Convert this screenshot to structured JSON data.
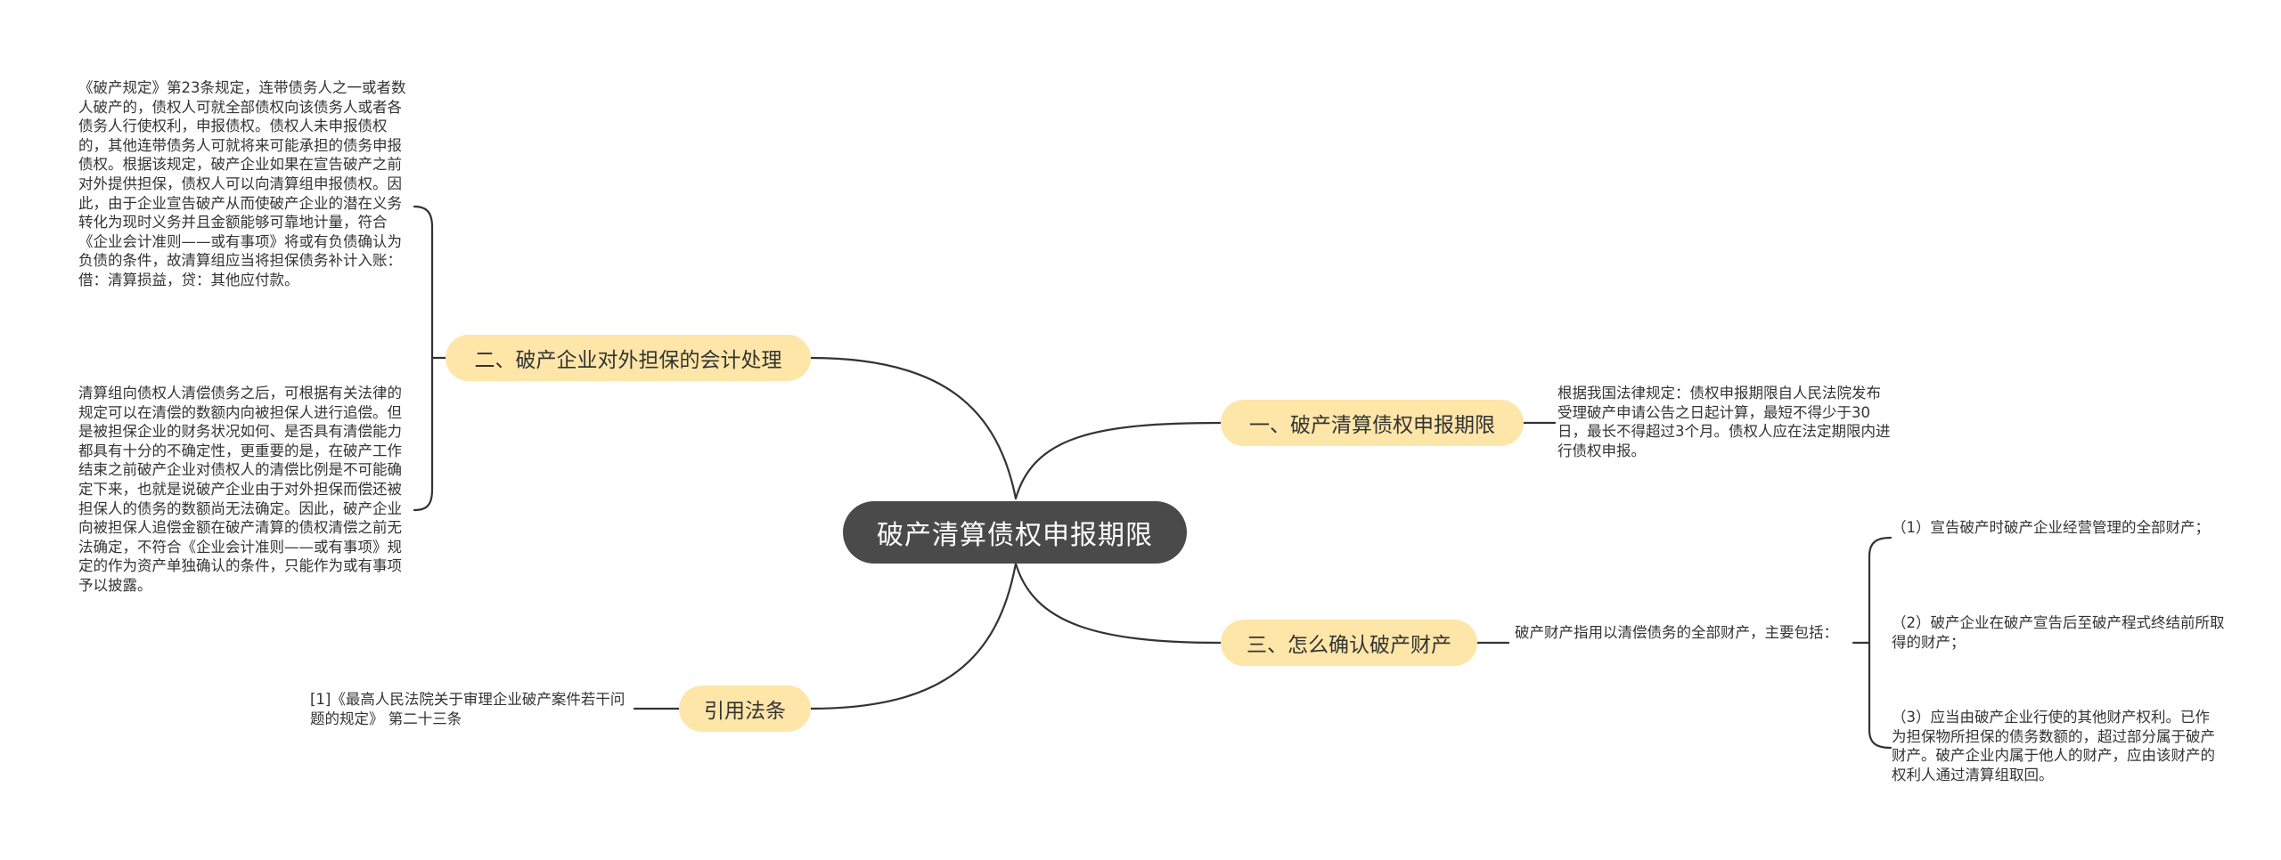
{
  "root": {
    "label": "破产清算债权申报期限"
  },
  "branches": [
    {
      "label": "一、破产清算债权申报期限",
      "notes": [
        "根据我国法律规定：债权申报期限自人民法院发布受理破产申请公告之日起计算，最短不得少于30日，最长不得超过3个月。债权人应在法定期限内进行债权申报。"
      ]
    },
    {
      "label": "三、怎么确认破产财产",
      "notes": [
        "破产财产指用以清偿债务的全部财产，主要包括："
      ],
      "sub_notes": [
        "（1）宣告破产时破产企业经营管理的全部财产；",
        "（2）破产企业在破产宣告后至破产程式终结前所取得的财产；",
        "（3）应当由破产企业行使的其他财产权利。已作为担保物所担保的债务数额的，超过部分属于破产财产。破产企业内属于他人的财产，应由该财产的权利人通过清算组取回。"
      ]
    },
    {
      "label": "二、破产企业对外担保的会计处理",
      "notes": [
        "《破产规定》第23条规定，连带债务人之一或者数人破产的，债权人可就全部债权向该债务人或者各债务人行使权利，申报债权。债权人未申报债权的，其他连带债务人可就将来可能承担的债务申报债权。根据该规定，破产企业如果在宣告破产之前对外提供担保，债权人可以向清算组申报债权。因此，由于企业宣告破产从而使破产企业的潜在义务转化为现时义务并且金额能够可靠地计量，符合《企业会计准则——或有事项》将或有负债确认为负债的条件，故清算组应当将担保债务补计入账：借：清算损益，贷：其他应付款。",
        "清算组向债权人清偿债务之后，可根据有关法律的规定可以在清偿的数额内向被担保人进行追偿。但是被担保企业的财务状况如何、是否具有清偿能力都具有十分的不确定性，更重要的是，在破产工作结束之前破产企业对债权人的清偿比例是不可能确定下来，也就是说破产企业由于对外担保而偿还被担保人的债务的数额尚无法确定。因此，破产企业向被担保人追偿金额在破产清算的债权清偿之前无法确定，不符合《企业会计准则——或有事项》规定的作为资产单独确认的条件，只能作为或有事项予以披露。"
      ]
    },
    {
      "label": "引用法条",
      "notes": [
        "[1]《最高人民法院关于审理企业破产案件若干问题的规定》 第二十三条"
      ]
    }
  ],
  "colors": {
    "root_bg": "#4a4a4a",
    "branch_bg": "#fde6a8",
    "line": "#333333",
    "text": "#333333"
  }
}
